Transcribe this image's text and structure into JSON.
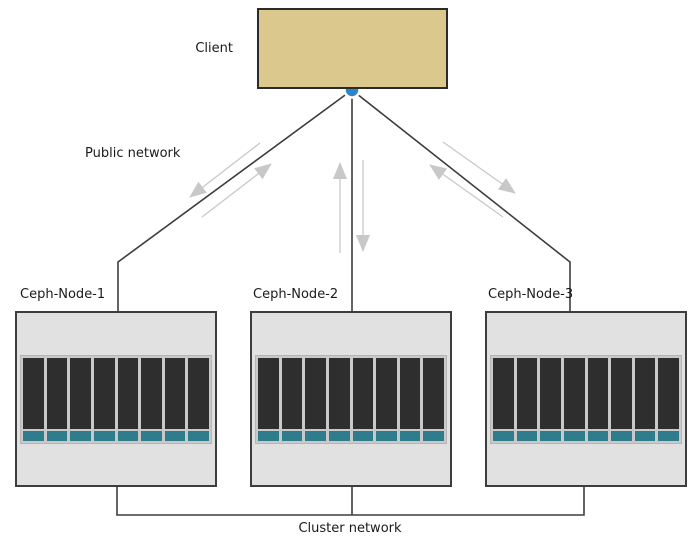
{
  "diagram": {
    "client": {
      "label": "Client"
    },
    "networks": {
      "public": {
        "label": "Public network"
      },
      "cluster": {
        "label": "Cluster network"
      }
    },
    "nodes": [
      {
        "label": "Ceph-Node-1",
        "disk_count": 8
      },
      {
        "label": "Ceph-Node-2",
        "disk_count": 8
      },
      {
        "label": "Ceph-Node-3",
        "disk_count": 8
      }
    ],
    "icons": {
      "connector_dot": "client-network-endpoint",
      "up_arrow": "traffic-to-client-arrow",
      "down_arrow": "traffic-to-node-arrow"
    },
    "colors": {
      "client_fill": "#dbc88d",
      "client_border": "#2b2b2b",
      "node_fill": "#e1e1e1",
      "node_border": "#3d3d3d",
      "rack_bg": "#c9c9c9",
      "rack_border": "#b5b5b5",
      "disk_dark": "#2e2e2e",
      "disk_teal": "#2f7c8c",
      "line": "#3d3d3d",
      "arrow": "#c8c8c8",
      "dot_blue": "#2e86c8",
      "text": "#1a1a1a"
    }
  }
}
